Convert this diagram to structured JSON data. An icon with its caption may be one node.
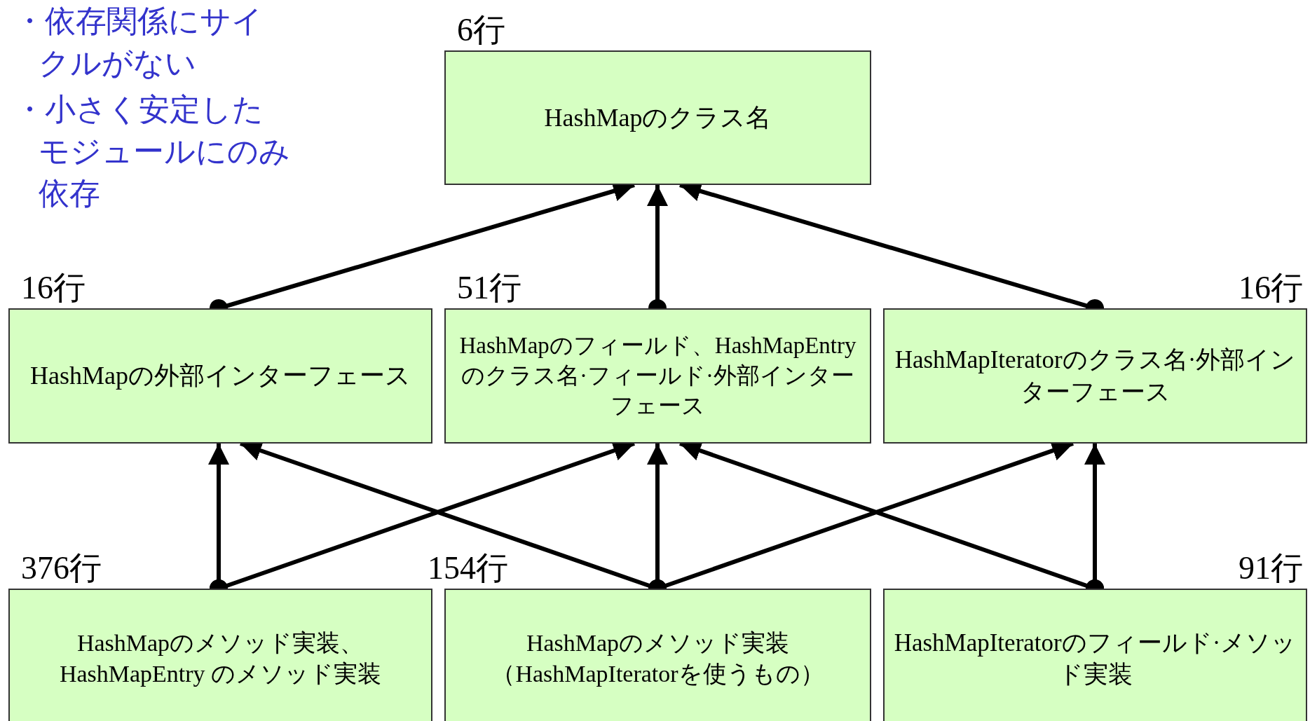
{
  "diagram": {
    "nodes": [
      {
        "text": [
          "HashMapのクラス名"
        ],
        "beside": [
          "6行"
        ]
      },
      {
        "text": [
          "HashMapの外部インターフェース"
        ],
        "beside": [
          "16行"
        ]
      },
      {
        "text": [
          "HashMapのフィールド、HashMapEntryのクラス名·フィールド·外部インターフェース"
        ],
        "beside": [
          "51行"
        ]
      },
      {
        "text": [
          "HashMapIteratorのクラス名·外部インターフェース"
        ],
        "beside": [
          "16行"
        ]
      },
      {
        "text": [
          "HashMapのメソッド実装、HashMapEntry のメソッド実装"
        ],
        "beside": [
          "376行"
        ]
      },
      {
        "text": [
          "HashMapのメソッド実装（HashMapIteratorを使うもの）"
        ],
        "beside": [
          "154行"
        ]
      },
      {
        "text": [
          "HashMapIteratorのフィールド·メソッド実装"
        ],
        "beside": [
          "91行"
        ]
      }
    ],
    "edges": [
      {
        "from": 1,
        "to": 0,
        "arrow": "to"
      },
      {
        "from": 2,
        "to": 0,
        "arrow": "to"
      },
      {
        "from": 3,
        "to": 0,
        "arrow": "to"
      },
      {
        "from": 4,
        "to": 1,
        "arrow": "to"
      },
      {
        "from": 4,
        "to": 2,
        "arrow": "to"
      },
      {
        "from": 5,
        "to": 1,
        "arrow": "to"
      },
      {
        "from": 5,
        "to": 2,
        "arrow": "to"
      },
      {
        "from": 5,
        "to": 3,
        "arrow": "to"
      },
      {
        "from": 6,
        "to": 2,
        "arrow": "to"
      },
      {
        "from": 6,
        "to": 3,
        "arrow": "to"
      }
    ],
    "labels": [
      "・依存関係にサイクルがない",
      "・小さく安定したモジュールにのみ依存"
    ]
  }
}
